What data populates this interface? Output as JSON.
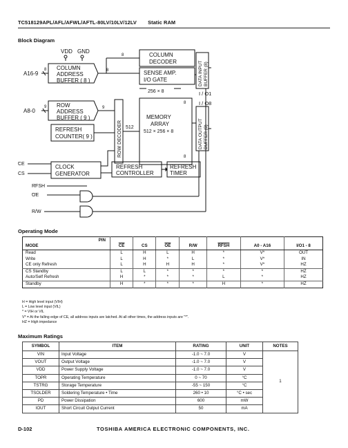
{
  "header": {
    "part": "TC518129APL/AFL/AFWL/AFTL-80LV/10LV/12LV",
    "title": "Static RAM"
  },
  "sections": {
    "block": "Block Diagram",
    "opmode": "Operating Mode",
    "ratings": "Maximum Ratings"
  },
  "diagram": {
    "vdd": "VDD",
    "gnd": "GND",
    "a169": "A16-9",
    "a80": "A8-0",
    "bus8": "8",
    "bus9": "9",
    "bus8b": "8",
    "bus9b": "9",
    "col_addr": [
      "COLUMN",
      "ADDRESS",
      "BUFFER ( 8 )"
    ],
    "row_addr": [
      "ROW",
      "ADDRESS",
      "BUFFER ( 9 )"
    ],
    "refresh_counter": [
      "REFRESH",
      "COUNTER( 9 )"
    ],
    "clock_gen": [
      "CLOCK",
      "GENERATOR"
    ],
    "col_decoder": [
      "COLUMN",
      "DECODER"
    ],
    "sense_amp": [
      "SENSE AMP.",
      "I/O GATE"
    ],
    "bus256": "256 × 8",
    "row_decoder": "ROW DECODER",
    "r512": "512",
    "memory": [
      "MEMORY",
      "ARRAY",
      "512 × 256 × 8"
    ],
    "refresh_ctrl": [
      "REFRESH",
      "CONTROLLER"
    ],
    "refresh_timer": [
      "REFRESH",
      "TIMER"
    ],
    "data_in": [
      "DATA INPUT",
      "BUFFER (8)"
    ],
    "data_out": [
      "DATA OUTPUT",
      "BUFFER (8)"
    ],
    "io": [
      "I / O1",
      "I / O8"
    ],
    "ce": "CE",
    "cs": "CS",
    "rfsh": "RFSH",
    "oe": "OE",
    "rw": "R/W",
    "bus8c": "8",
    "bus8d": "8",
    "bus8e": "8"
  },
  "opmode": {
    "pin_label": "PIN",
    "mode_label": "MODE",
    "columns": [
      "CE",
      "CS",
      "OE",
      "R/W",
      "RFSH",
      "A0 - A16",
      "I/O1 - 8"
    ],
    "groups": [
      [
        {
          "mode": "Read",
          "vals": [
            "L",
            "H",
            "L",
            "H",
            "*",
            "V*",
            "OUT"
          ]
        },
        {
          "mode": "Write",
          "vals": [
            "L",
            "H",
            "*",
            "L",
            "*",
            "V*",
            "IN"
          ]
        },
        {
          "mode": "CE only Refresh",
          "vals": [
            "L",
            "H",
            "H",
            "H",
            "*",
            "V*",
            "HZ"
          ]
        }
      ],
      [
        {
          "mode": "CS Standby",
          "vals": [
            "L",
            "L",
            "*",
            "*",
            "*",
            "*",
            "HZ"
          ]
        },
        {
          "mode": "Auto/Self Refresh",
          "vals": [
            "H",
            "*",
            "*",
            "*",
            "L",
            "*",
            "HZ"
          ]
        }
      ],
      [
        {
          "mode": "Standby",
          "vals": [
            "H",
            "*",
            "*",
            "*",
            "H",
            "*",
            "HZ"
          ]
        }
      ]
    ],
    "notes": [
      "H   = High level input (VIH)",
      "L   = Low level input (VIL)",
      "*   = VIH or VIL",
      "V*  = At the falling edge of CE, all address inputs are latched. At all other times, the address inputs are \"*\".",
      "HZ = High impedance"
    ]
  },
  "ratings": {
    "columns": [
      "SYMBOL",
      "ITEM",
      "RATING",
      "UNIT",
      "NOTES"
    ],
    "rows": [
      {
        "sym": "VIN",
        "item": "Input Voltage",
        "rating": "-1.0 ~ 7.0",
        "unit": "V"
      },
      {
        "sym": "VOUT",
        "item": "Output Voltage",
        "rating": "-1.0 ~ 7.0",
        "unit": "V"
      },
      {
        "sym": "VDD",
        "item": "Power Supply Voltage",
        "rating": "-1.0 ~ 7.0",
        "unit": "V"
      },
      {
        "sym": "TOPR",
        "item": "Operating Temperature",
        "rating": "0 ~ 70",
        "unit": "°C"
      },
      {
        "sym": "TSTRG",
        "item": "Storage Temperature",
        "rating": "-55 ~ 150",
        "unit": "°C"
      },
      {
        "sym": "TSOLDER",
        "item": "Soldering Temperature • Time",
        "rating": "260 • 10",
        "unit": "°C • sec"
      },
      {
        "sym": "PD",
        "item": "Power Dissipation",
        "rating": "600",
        "unit": "mW"
      },
      {
        "sym": "IOUT",
        "item": "Short Circuit Output Current",
        "rating": "50",
        "unit": "mA"
      }
    ],
    "note_value": "1"
  },
  "footer": {
    "page": "D-102",
    "company": "TOSHIBA AMERICA ELECTRONIC COMPONENTS, INC."
  }
}
